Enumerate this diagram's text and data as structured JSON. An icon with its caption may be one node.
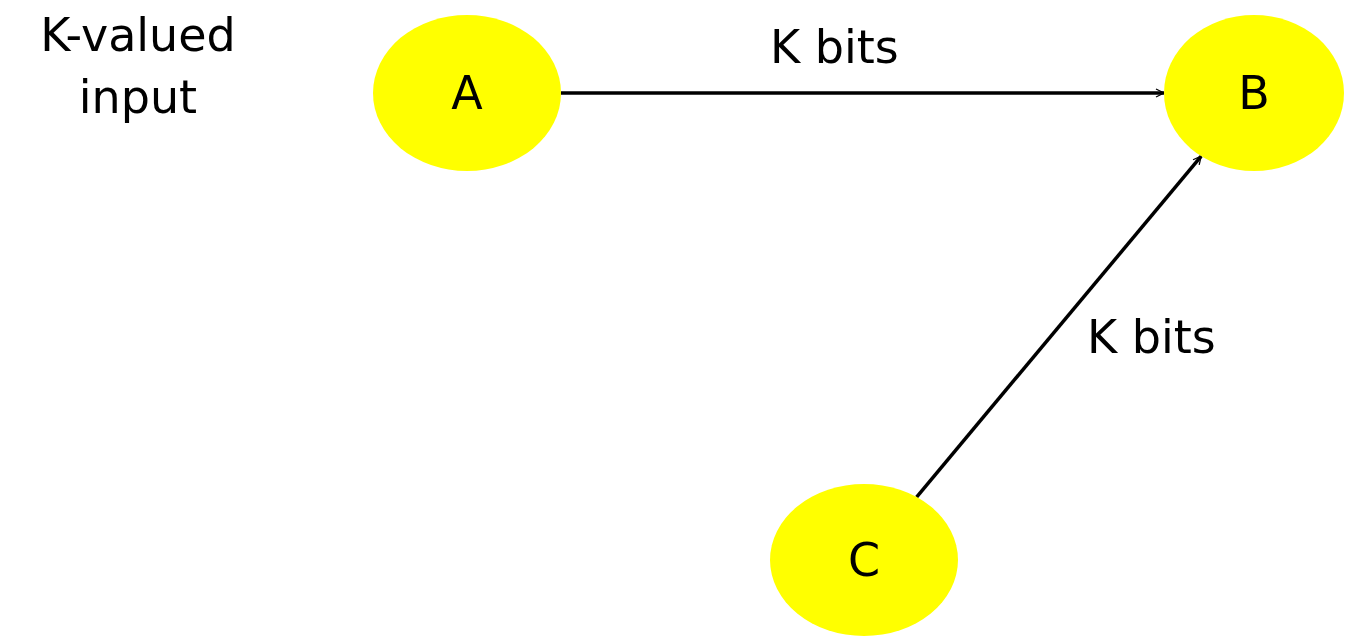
{
  "diagram": {
    "nodes": [
      {
        "text": [
          "A"
        ]
      },
      {
        "text": [
          "B"
        ]
      },
      {
        "text": [
          "C"
        ]
      }
    ],
    "edges": [
      {
        "from": 0,
        "to": 1,
        "arrow": "to",
        "label": "K bits"
      },
      {
        "from": 2,
        "to": 1,
        "arrow": "to",
        "label": "K bits"
      }
    ],
    "labels": [
      "K-valued input"
    ]
  }
}
